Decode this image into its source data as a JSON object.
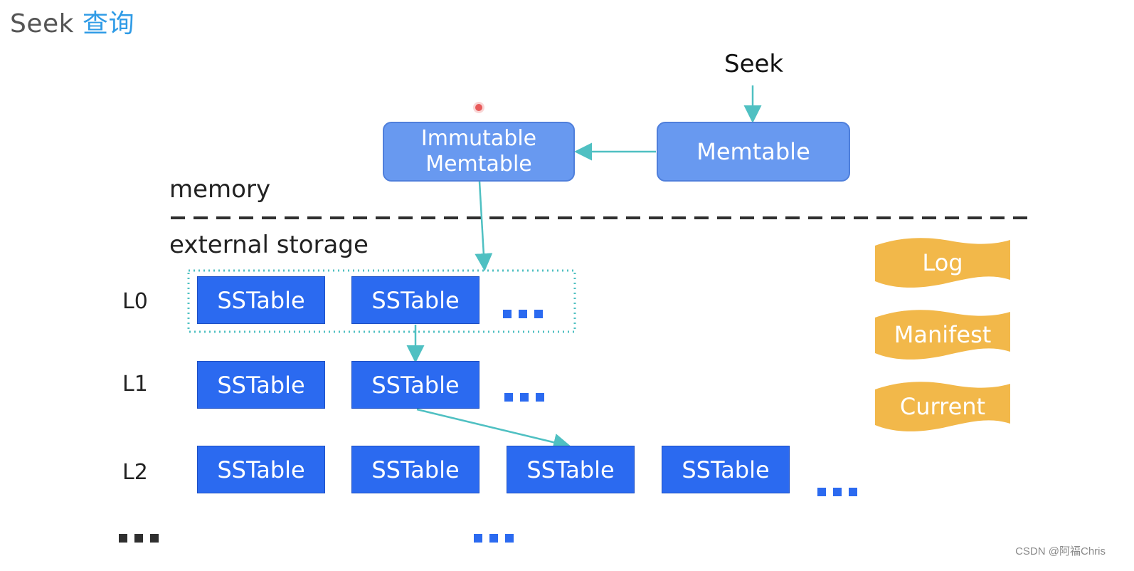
{
  "title": {
    "prefix": "Seek",
    "highlight": "查询"
  },
  "diagram": {
    "seek_label": "Seek",
    "memory_label": "memory",
    "external_storage_label": "external storage",
    "memtable_label": "Memtable",
    "immutable_memtable_label": "Immutable Memtable",
    "levels": [
      {
        "label": "L0",
        "tables": [
          "SSTable",
          "SSTable"
        ]
      },
      {
        "label": "L1",
        "tables": [
          "SSTable",
          "SSTable"
        ]
      },
      {
        "label": "L2",
        "tables": [
          "SSTable",
          "SSTable",
          "SSTable",
          "SSTable"
        ]
      }
    ],
    "files": [
      "Log",
      "Manifest",
      "Current"
    ]
  },
  "watermark": "CSDN @阿福Chris",
  "colors": {
    "memory_box": "#6899f0",
    "sstable": "#2b6af0",
    "arrow": "#4fc0c2",
    "file": "#f2b84a",
    "title_accent": "#2f9be6"
  }
}
